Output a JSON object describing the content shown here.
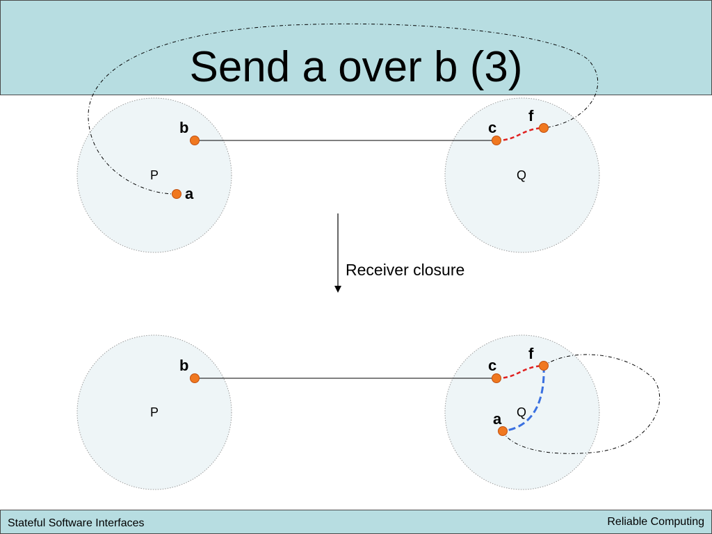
{
  "slide": {
    "title": "Send a over b (3)",
    "footer_left": "Stateful Software Interfaces",
    "footer_right": "Reliable Computing"
  },
  "colors": {
    "header_bg": "#b7dde1",
    "process_fill": "#eef5f7",
    "endpoint": "#f07820",
    "red_link": "#e02020",
    "blue_link": "#3a70e0"
  },
  "diagram": {
    "transition_label": "Receiver closure",
    "before": {
      "process_p": "P",
      "process_q": "Q",
      "endpoint_b": "b",
      "endpoint_a": "a",
      "endpoint_c": "c",
      "endpoint_f": "f"
    },
    "after": {
      "process_p": "P",
      "process_q": "Q",
      "endpoint_b": "b",
      "endpoint_c": "c",
      "endpoint_f": "f",
      "endpoint_a": "a"
    }
  }
}
